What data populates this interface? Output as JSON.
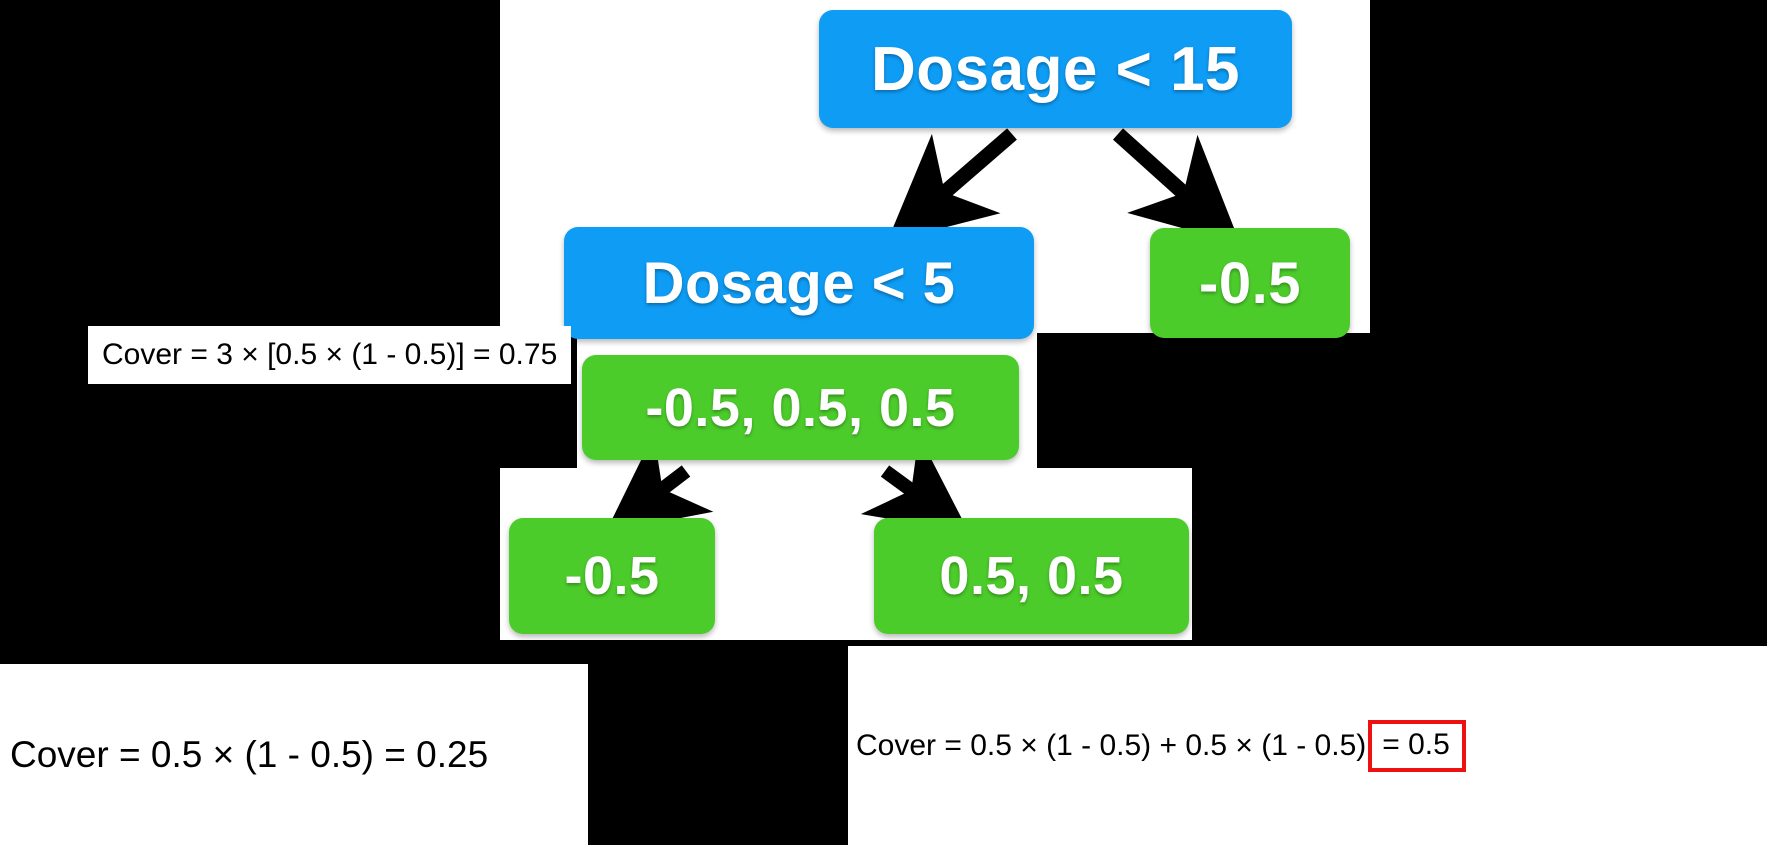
{
  "diagram": {
    "type": "decision-tree",
    "title": "XGBoost tree cover calculation",
    "colors": {
      "decision_node": "#0e9cf5",
      "leaf_node": "#4ccc2b",
      "arrow": "#000000",
      "highlight": "#ee1111",
      "panel_background": "#ffffff",
      "mask_background": "#000000"
    },
    "nodes": [
      {
        "id": "root",
        "label": "Dosage < 15",
        "kind": "decision"
      },
      {
        "id": "split",
        "label": "Dosage < 5",
        "kind": "decision"
      },
      {
        "id": "r1",
        "label": "-0.5",
        "kind": "leaf"
      },
      {
        "id": "mid",
        "label": "-0.5, 0.5, 0.5",
        "kind": "leaf"
      },
      {
        "id": "l1",
        "label": "-0.5",
        "kind": "leaf"
      },
      {
        "id": "l2",
        "label": "0.5, 0.5",
        "kind": "leaf"
      }
    ],
    "edges": [
      {
        "from": "root",
        "to": "split",
        "direction": "left"
      },
      {
        "from": "root",
        "to": "r1",
        "direction": "right"
      },
      {
        "from": "mid",
        "to": "l1",
        "direction": "left"
      },
      {
        "from": "mid",
        "to": "l2",
        "direction": "right"
      }
    ]
  },
  "annotations": {
    "top": {
      "text": "Cover = 3 × [0.5 × (1 - 0.5)] = 0.75",
      "result": "0.75"
    },
    "bottom_left": {
      "text": "Cover = 0.5 × (1 - 0.5) = 0.25",
      "result": "0.25"
    },
    "bottom_right": {
      "text_before": "Cover = 0.5 × (1 - 0.5) + 0.5 × (1 - 0.5)",
      "highlighted": "= 0.5",
      "result": "0.5"
    }
  }
}
